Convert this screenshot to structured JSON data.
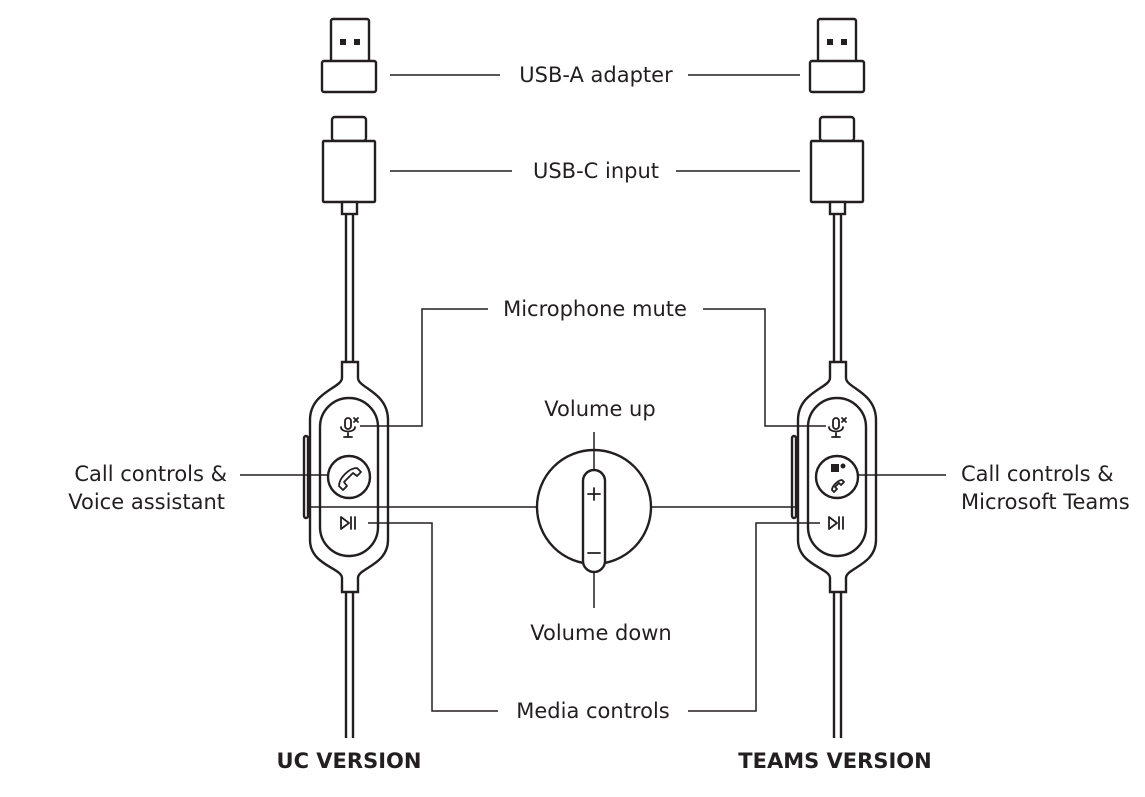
{
  "labels": {
    "usb_a": "USB-A adapter",
    "usb_c": "USB-C input",
    "mic_mute": "Microphone mute",
    "volume_up": "Volume up",
    "volume_down": "Volume down",
    "media_controls": "Media controls",
    "uc_call_line1": "Call controls &",
    "uc_call_line2": "Voice assistant",
    "teams_call_line1": "Call controls &",
    "teams_call_line2": "Microsoft Teams"
  },
  "versions": {
    "uc": "UC VERSION",
    "teams": "TEAMS VERSION"
  },
  "icons": [
    "usb-a-plug-icon",
    "usb-c-plug-icon",
    "mic-mute-icon",
    "phone-icon",
    "teams-icon",
    "play-pause-icon",
    "plus-icon",
    "minus-icon"
  ]
}
